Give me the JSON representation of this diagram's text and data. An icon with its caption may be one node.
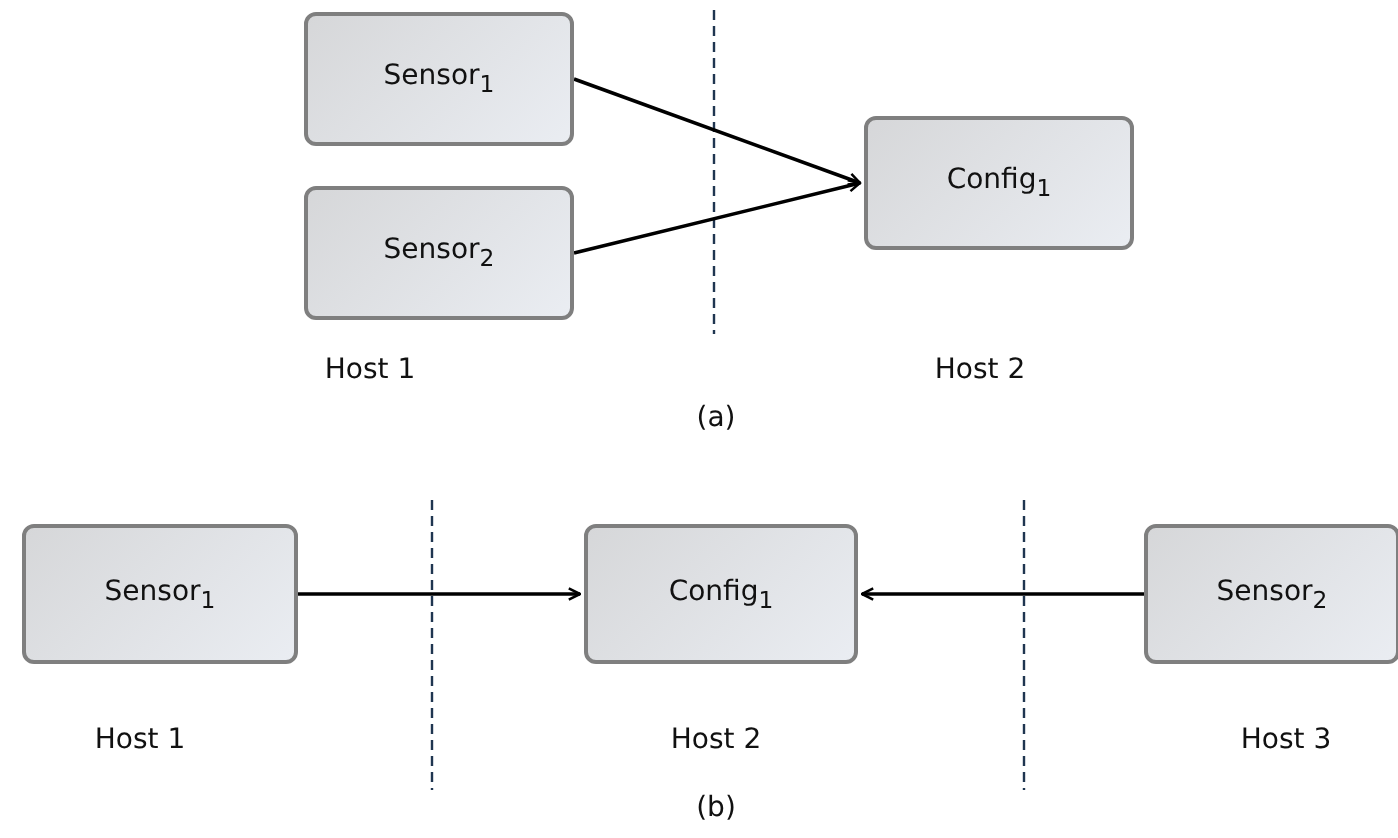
{
  "diagram": {
    "nodes": [
      {
        "text": [
          "Sensor$_{1}$"
        ]
      },
      {
        "text": [
          "Sensor$_{2}$"
        ]
      },
      {
        "text": [
          "Config$_{1}$"
        ]
      },
      {
        "text": [
          "Sensor$_{1}$"
        ]
      },
      {
        "text": [
          "Config$_{1}$"
        ]
      },
      {
        "text": [
          "Sensor$_{2}$"
        ]
      }
    ],
    "edges": [
      {
        "from": 0,
        "to": 2,
        "arrow": "to"
      },
      {
        "from": 1,
        "to": 2,
        "arrow": "to"
      },
      {
        "from": 3,
        "to": 4,
        "arrow": "to"
      },
      {
        "from": 5,
        "to": 4,
        "arrow": "to"
      }
    ],
    "labels": [
      "Host 1",
      "Host 2",
      "(a)",
      "Host 1",
      "Host 2",
      "Host 3",
      "(b)"
    ]
  }
}
